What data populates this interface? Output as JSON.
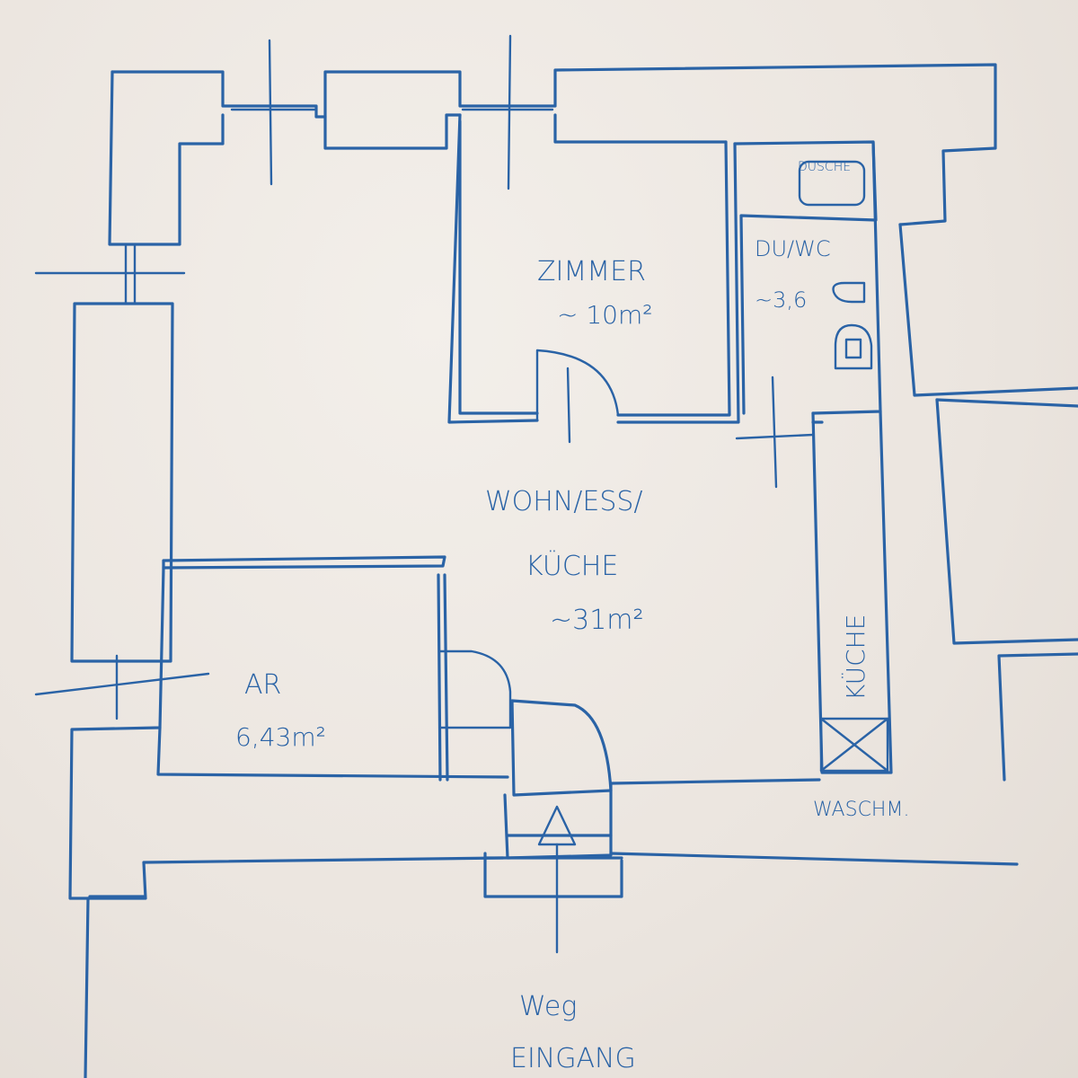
{
  "sketch": {
    "rooms": {
      "zimmer": {
        "name": "ZIMMER",
        "area": "~ 10m²"
      },
      "bath": {
        "name": "DU/WC",
        "area": "~3,6",
        "shower": "DUSCHE"
      },
      "living": {
        "line1": "WOHN/ESS/",
        "line2": "KÜCHE",
        "area": "~31m²"
      },
      "ar": {
        "name": "AR",
        "area": "6,43m²"
      },
      "kitchen": {
        "name": "KÜCHE",
        "appliance": "WASCHM."
      }
    },
    "entrance": {
      "path": "Weg",
      "label": "EINGANG"
    },
    "colors": {
      "ink": "#2a63a6",
      "paper": "#ece7e2"
    }
  }
}
